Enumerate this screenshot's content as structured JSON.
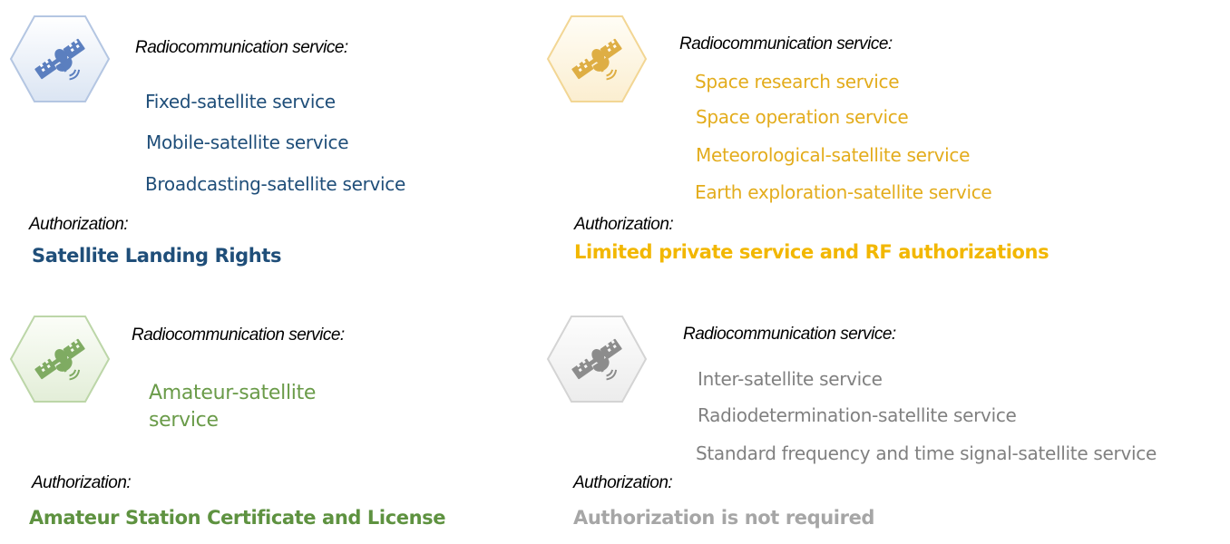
{
  "colors": {
    "blue": "#1f4e79",
    "gold": "#e3ac1c",
    "gold_auth": "#f2b700",
    "green": "#6a9b49",
    "gray": "#808080",
    "gray_auth": "#a6a6a6"
  },
  "quadrants": [
    {
      "id": "blue",
      "icon": "satellite-icon",
      "service_label": "Radiocommunication service:",
      "services": [
        "Fixed-satellite service",
        "Mobile-satellite service",
        "Broadcasting-satellite service"
      ],
      "authorization_label": "Authorization:",
      "authorization": "Satellite Landing Rights"
    },
    {
      "id": "gold",
      "icon": "satellite-icon",
      "service_label": "Radiocommunication service:",
      "services": [
        "Space research service",
        "Space operation service",
        "Meteorological-satellite service",
        "Earth exploration-satellite service"
      ],
      "authorization_label": "Authorization:",
      "authorization": "Limited private service and RF authorizations"
    },
    {
      "id": "green",
      "icon": "satellite-icon",
      "service_label": "Radiocommunication service:",
      "services": [
        "Amateur-satellite",
        "service"
      ],
      "authorization_label": "Authorization:",
      "authorization": "Amateur Station Certificate and License"
    },
    {
      "id": "gray",
      "icon": "satellite-icon",
      "service_label": "Radiocommunication service:",
      "services": [
        "Inter-satellite service",
        "Radiodetermination-satellite service",
        "Standard frequency and time signal-satellite service"
      ],
      "authorization_label": "Authorization:",
      "authorization": "Authorization is not required"
    }
  ]
}
